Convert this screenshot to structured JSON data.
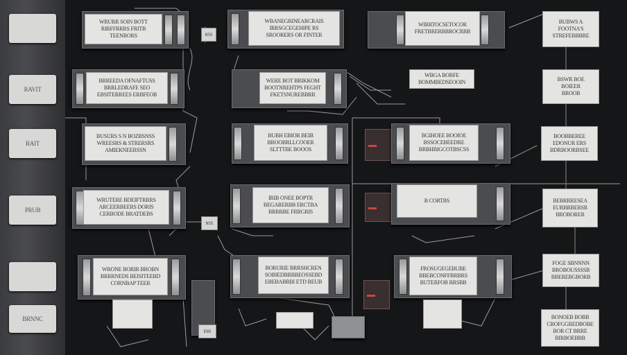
{
  "side_tabs": [
    {
      "label": ""
    },
    {
      "label": "RAVIT"
    },
    {
      "label": "RAIT"
    },
    {
      "label": "PRUB"
    },
    {
      "label": ""
    },
    {
      "label": "BRNNC"
    }
  ],
  "col1": [
    {
      "text": "WRURR SOIN BOTT\nRIRFFRRRS FRITB\nTEENRORS"
    },
    {
      "text": "BRREEDA OFNAFTUSS\nBRRLEDRAFE SEO\nEBSITERREES ERBFEOB"
    },
    {
      "text": "BUSURS S N BOZBSNSS\nWREESRS & STRERSRS\nAMIEKNEERSSN"
    },
    {
      "text": "WRUTERE BDEIFTRRRS\nARCEERBEERS DORIS\nCERBODE BRATDEBS"
    },
    {
      "text": "WRONE BORIR BROBN\nBRRRNEDS BEISITEEBD\nCORNBAP TEER"
    }
  ],
  "col2": [
    {
      "text": "WBANEGRINEARCRAIS\nIRRSGCEGEHIPE RS\nSROORERS OR FINTER"
    },
    {
      "text": "WERE BOT BRIKKOM\nBOOTNREHTPS FEGHT\nFKETSNUREBBRR"
    },
    {
      "text": "BUBH EBIOR BEIB\nBROOBRLLCOOER\nSLTTTBE BOOOS"
    },
    {
      "text": "IRIB ONEE BOPTR\nBEGARERBB ERCTBA\nBRRRBE FRRGRIS"
    },
    {
      "text": "BORURIE BRRSHCREN\nSOBIEDBRBBEOSSEBD\nEBEBABRBI ETD BEUB"
    }
  ],
  "col3": [
    {
      "text": "WIRRTOCSETOCOR\nFRETBRERBBROCRBB"
    },
    {
      "text": "WBGA BOBFE\nBOMMBEDSEOOIN"
    },
    {
      "text": "BGIHOEE BOOIOE\nBSSOCEBEEDRE\nBRBHBIGCOTBSCSS"
    },
    {
      "text": "B CORTBS"
    },
    {
      "text": "FROSUGEGEBUBE\nBBEBCONFFBRBRS\nBUTERFOB BRSBB"
    }
  ],
  "col4": [
    {
      "text": "BUBWS A\nFOOTNA'S\nSTREFERBBRE"
    },
    {
      "text": "BSWR BOE\nBOIEER\nBROOB"
    },
    {
      "text": "BOOBBEREE\nEDONUR ERS\nBDRBOORBSEE"
    },
    {
      "text": "BEBRRRESEA\nEURBRBERSR\nBROBORER"
    },
    {
      "text": "FOGE SBNNNN\nBROBOUSSSSB\nBBEREBGBORB"
    },
    {
      "text": "BONOEB BOBB\nCROFGGREDBOBE\nBOR CT BRRE\nBIRBOEBBB"
    }
  ],
  "misc": {
    "small_a": "",
    "small_b": "",
    "bottom_card": "",
    "bottom_card2": "",
    "chip_a": "NSS",
    "chip_b": "NSS",
    "chip_c": "ENS"
  }
}
